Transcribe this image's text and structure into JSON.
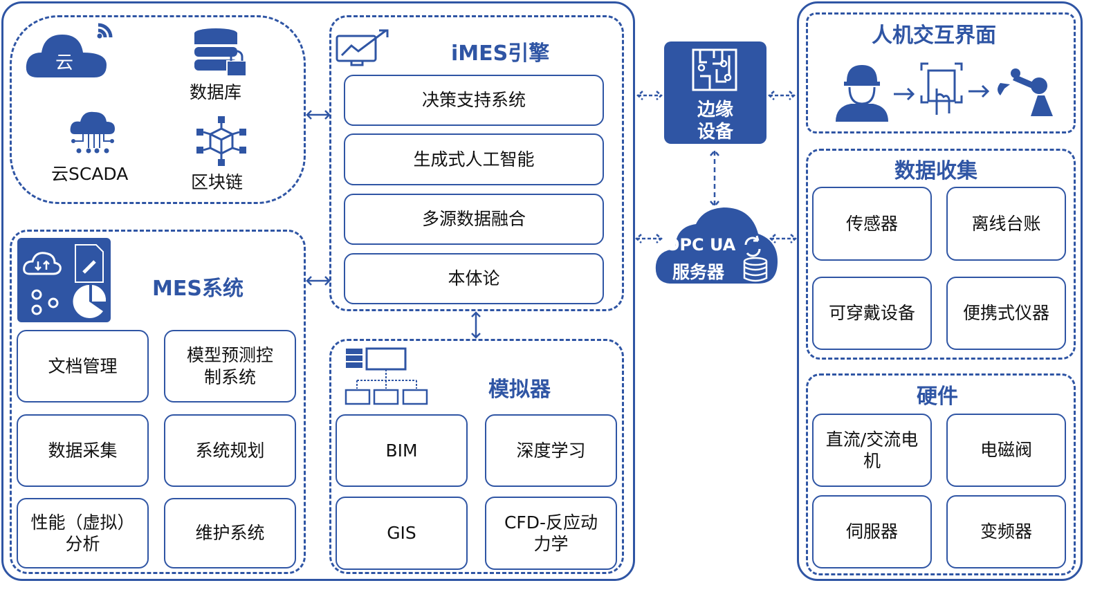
{
  "colors": {
    "accent": "#2f55a4"
  },
  "cloud_group": {
    "cloud_label": "云",
    "database": "数据库",
    "scada": "云SCADA",
    "blockchain": "区块链"
  },
  "mes": {
    "title": "MES系统",
    "items": [
      "文档管理",
      "模型预测控制系统",
      "数据采集",
      "系统规划",
      "性能（虚拟）分析",
      "维护系统"
    ]
  },
  "imes": {
    "title": "iMES引擎",
    "items": [
      "决策支持系统",
      "生成式人工智能",
      "多源数据融合",
      "本体论"
    ]
  },
  "simulator": {
    "title": "模拟器",
    "items": [
      "BIM",
      "深度学习",
      "GIS",
      "CFD-反应动力学"
    ]
  },
  "edge": {
    "line1": "边缘",
    "line2": "设备"
  },
  "opcua": {
    "line1": "OPC UA",
    "line2": "服务器"
  },
  "hmi": {
    "title": "人机交互界面"
  },
  "data_collection": {
    "title": "数据收集",
    "items": [
      "传感器",
      "离线台账",
      "可穿戴设备",
      "便携式仪器"
    ]
  },
  "hardware": {
    "title": "硬件",
    "items": [
      "直流/交流电机",
      "电磁阀",
      "伺服器",
      "变频器"
    ]
  }
}
